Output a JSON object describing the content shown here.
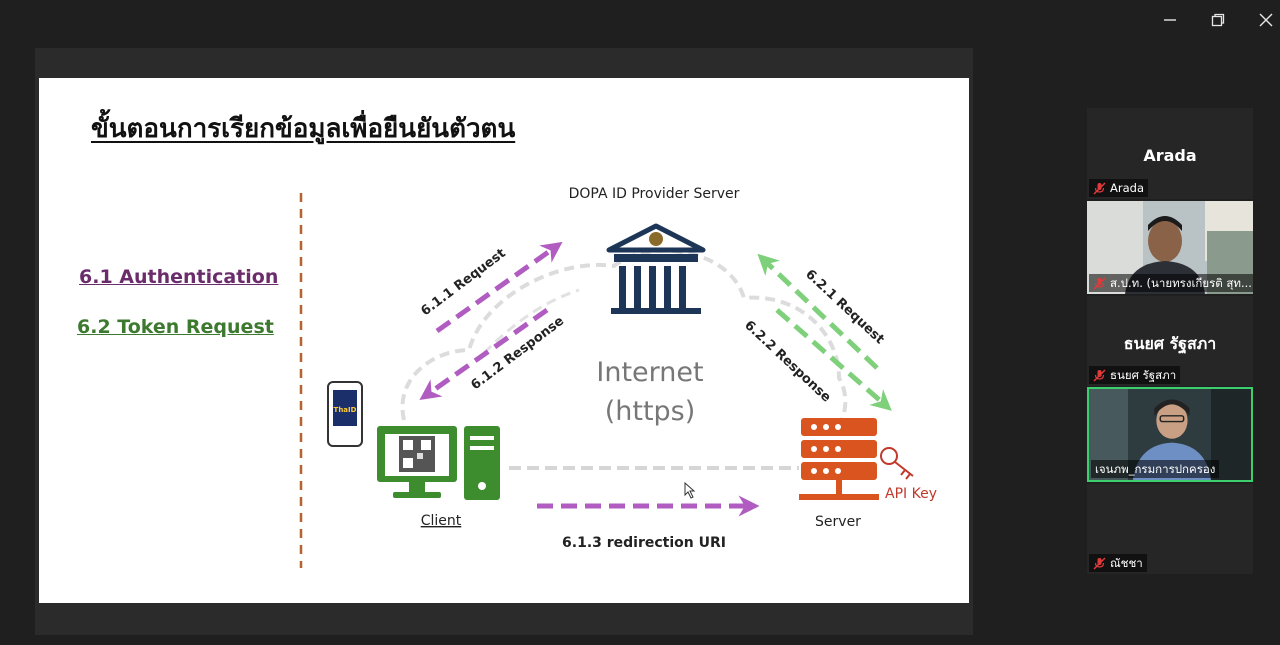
{
  "slide": {
    "title": "ขั้นตอนการเรียกข้อมูลเพื่อยืนยันตัวตน",
    "menu": [
      "6.1 Authentication",
      "6.2 Token Request"
    ],
    "diagram": {
      "provider_label": "DOPA ID Provider Server",
      "internet_label_1": "Internet",
      "internet_label_2": "(https)",
      "client_label": "Client",
      "server_label": "Server",
      "api_key_label": "API Key",
      "phone_app_label": "ThaID",
      "arrows": {
        "req_611": "6.1.1 Request",
        "resp_612": "6.1.2 Response",
        "redirect_613": "6.1.3 redirection URI",
        "req_621": "6.2.1 Request",
        "resp_622": "6.2.2 Response"
      }
    }
  },
  "participants": [
    {
      "name_display": "Arada",
      "label": "Arada",
      "muted": true
    },
    {
      "name_display": "",
      "label": "ส.ป.ท. (นายทรงเกียรติ สุท...",
      "muted": true
    },
    {
      "name_display": "ธนยศ รัฐสภา",
      "label": "ธนยศ รัฐสภา",
      "muted": true
    },
    {
      "name_display": "",
      "label": "เจนภพ_กรมการปกครอง",
      "muted": false,
      "speaking": true
    },
    {
      "name_display": "",
      "label": "ณัชชา",
      "muted": true
    }
  ],
  "colors": {
    "purple": "#b05cc0",
    "green": "#7ed07a",
    "server_orange": "#d9541e",
    "client_green": "#3d8c2e",
    "speaking_border": "#3ccf6e",
    "mute_red": "#e03a3a"
  }
}
